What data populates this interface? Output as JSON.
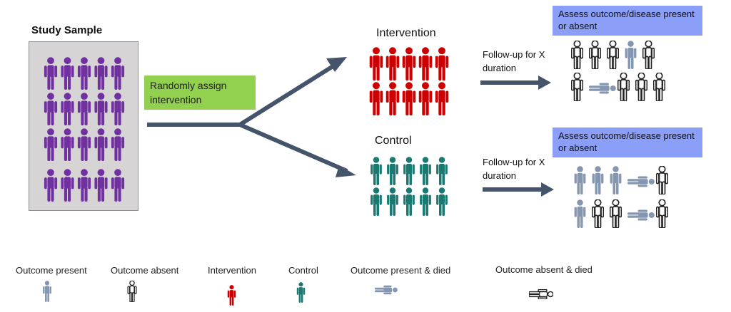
{
  "study_sample_title": "Study Sample",
  "assign_label": "Randomly assign intervention",
  "intervention_label": "Intervention",
  "control_label": "Control",
  "follow_up_1": "Follow-up for X duration",
  "follow_up_2": "Follow-up for X duration",
  "assess_1": "Assess outcome/disease present or absent",
  "assess_2": "Assess outcome/disease present or absent",
  "legend": {
    "outcome_present": "Outcome present",
    "outcome_absent": "Outcome absent",
    "intervention": "Intervention",
    "control": "Control",
    "outcome_present_died": "Outcome present & died",
    "outcome_absent_died": "Outcome absent & died"
  },
  "colors": {
    "sample_person": "#7030a0",
    "intervention_person": "#cc0000",
    "control_person": "#1a7a72",
    "outcome_present_person": "#8496b0",
    "arrow": "#44546a",
    "assign_box": "#92d050",
    "assess_box": "#8b9ff8"
  },
  "intervention_outcomes_row1": [
    "absent",
    "absent",
    "absent",
    "present",
    "absent"
  ],
  "intervention_outcomes_row2": [
    "absent",
    "present_died",
    "absent",
    "absent",
    "absent"
  ],
  "control_outcomes_row1": [
    "present",
    "present",
    "present",
    "present_died",
    "absent"
  ],
  "control_outcomes_row2": [
    "present",
    "absent",
    "absent",
    "present_died",
    "absent"
  ]
}
